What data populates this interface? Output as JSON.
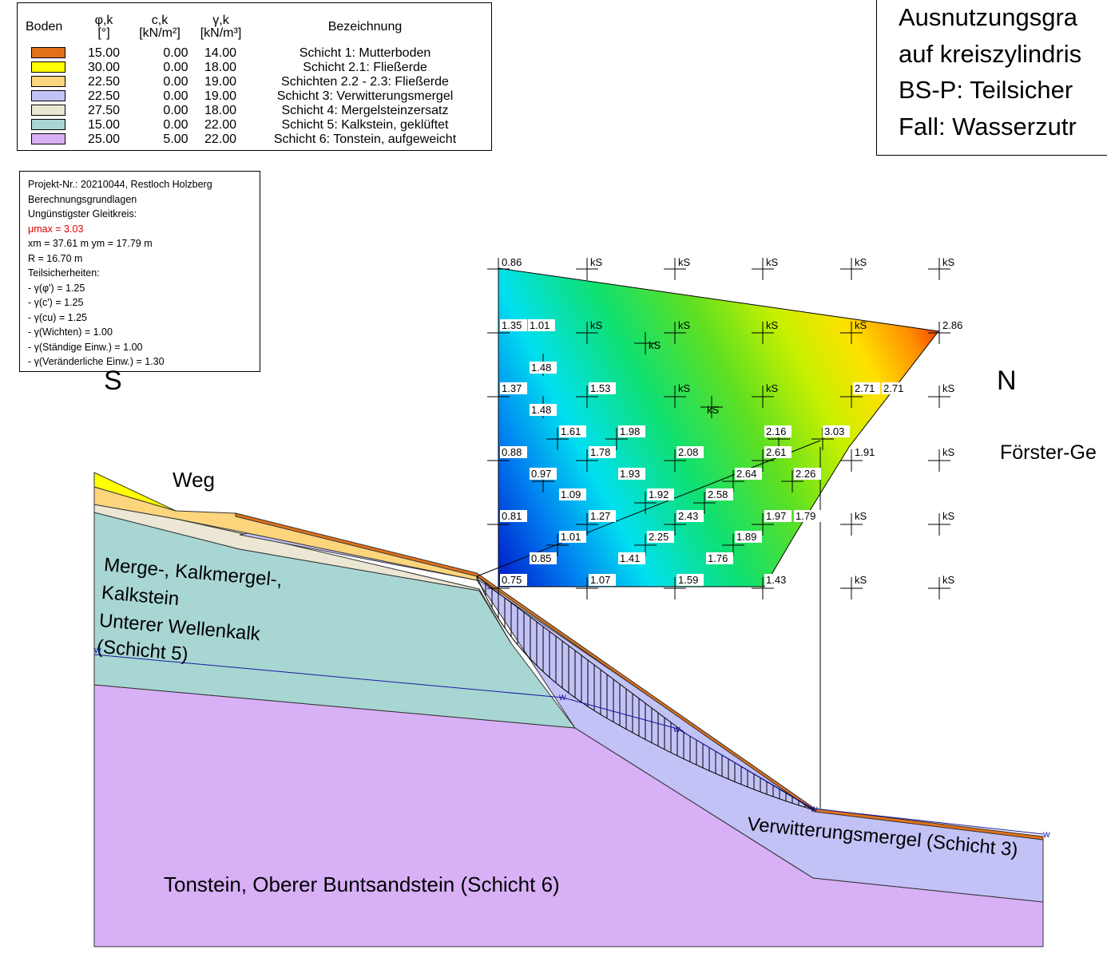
{
  "legend": {
    "headers": {
      "boden": "Boden",
      "phi": "φ,k",
      "phi_unit": "[°]",
      "c": "c,k",
      "c_unit": "[kN/m²]",
      "gamma": "γ,k",
      "gamma_unit": "[kN/m³]",
      "bezeichnung": "Bezeichnung"
    },
    "rows": [
      {
        "color": "#e2711a",
        "phi": "15.00",
        "c": "0.00",
        "gamma": "14.00",
        "name": "Schicht 1: Mutterboden"
      },
      {
        "color": "#ffff00",
        "phi": "30.00",
        "c": "0.00",
        "gamma": "18.00",
        "name": "Schicht 2.1: Fließerde"
      },
      {
        "color": "#fdd57c",
        "phi": "22.50",
        "c": "0.00",
        "gamma": "19.00",
        "name": "Schichten 2.2 - 2.3: Fließerde"
      },
      {
        "color": "#c2c2f7",
        "phi": "22.50",
        "c": "0.00",
        "gamma": "19.00",
        "name": "Schicht 3: Verwitterungsmergel"
      },
      {
        "color": "#ebe7d4",
        "phi": "27.50",
        "c": "0.00",
        "gamma": "18.00",
        "name": "Schicht 4: Mergelsteinzersatz"
      },
      {
        "color": "#a8d6d3",
        "phi": "15.00",
        "c": "0.00",
        "gamma": "22.00",
        "name": "Schicht 5: Kalkstein, geklüftet"
      },
      {
        "color": "#d8b0f6",
        "phi": "25.00",
        "c": "5.00",
        "gamma": "22.00",
        "name": "Schicht 6: Tonstein, aufgeweicht"
      }
    ]
  },
  "info": {
    "project": "Projekt-Nr.: 20210044, Restloch Holzberg",
    "basis": "Berechnungsgrundlagen",
    "worst_circle": "Ungünstigster Gleitkreis:",
    "mu_max": "μmax = 3.03",
    "xm_ym": "xm = 37.61 m   ym = 17.79 m",
    "radius": "R = 16.70 m",
    "partial_factors": "Teilsicherheiten:",
    "factors": [
      "- γ(φ') = 1.25",
      "- γ(c') = 1.25",
      "- γ(cu) = 1.25",
      "- γ(Wichten) = 1.00",
      "- γ(Ständige Einw.) = 1.00",
      "- γ(Veränderliche Einw.) = 1.30"
    ]
  },
  "title": [
    "Ausnutzungsgra",
    "auf kreiszylindris",
    "BS-P: Teilsicher",
    "Fall: Wasserzutr"
  ],
  "labels": {
    "south": "S",
    "north": "N",
    "weg": "Weg",
    "foerster": "Förster-Ge",
    "schicht5_line1": "Merge-, Kalkmergel-,",
    "schicht5_line2": "Kalkstein",
    "schicht5_line3": "Unterer Wellenkalk",
    "schicht5_line4": "(Schicht 5)",
    "schicht3": "Verwitterungsmergel (Schicht 3)",
    "schicht6": "Tonstein, Oberer Buntsandstein (Schicht 6)",
    "water": "w"
  },
  "grid_values": [
    "0.86",
    "kS",
    "kS",
    "kS",
    "kS",
    "kS",
    "1.35",
    "1.01",
    "kS",
    "kS",
    "kS",
    "kS",
    "2.86",
    "kS",
    "1.48",
    "1.37",
    "1.53",
    "kS",
    "kS",
    "2.71",
    "2.71",
    "kS",
    "1.48",
    "kS",
    "1.61",
    "1.98",
    "2.16",
    "3.03",
    "0.88",
    "1.78",
    "2.08",
    "2.61",
    "1.91",
    "kS",
    "0.97",
    "1.93",
    "2.64",
    "2.26",
    "1.09",
    "1.92",
    "2.58",
    "0.81",
    "1.27",
    "2.43",
    "1.97",
    "1.79",
    "kS",
    "kS",
    "2.25",
    "1.89",
    "1.01",
    "0.85",
    "1.41",
    "1.76",
    "0.75",
    "1.07",
    "1.59",
    "1.43",
    "kS",
    "kS"
  ]
}
